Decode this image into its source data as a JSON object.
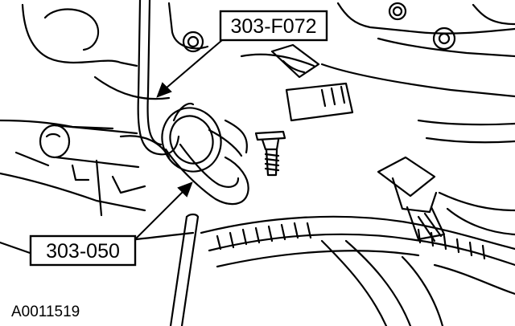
{
  "callouts": {
    "tool_top": "303-F072",
    "tool_bottom": "303-050"
  },
  "figure_id": "A0011519"
}
